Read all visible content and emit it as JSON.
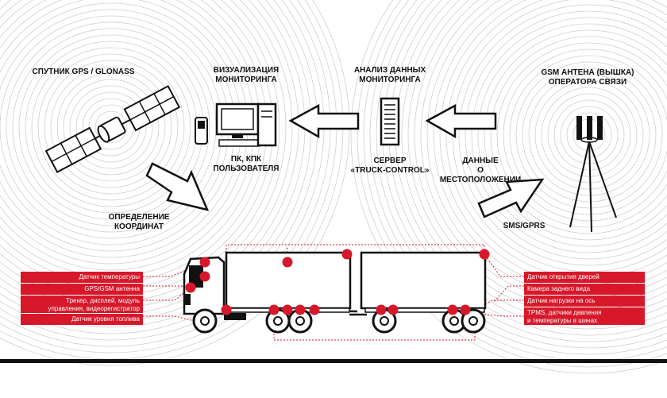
{
  "colors": {
    "accent": "#d7182a",
    "ink": "#111111",
    "rings": "#cfcfcf"
  },
  "icons": {
    "satellite": "satellite-icon",
    "pc": "pc-workstation-icon",
    "server": "server-icon",
    "antenna": "gsm-tower-icon",
    "truck": "truck-trailer-icon"
  },
  "labels": {
    "satellite": "СПУТНИК GPS / GLONASS",
    "visualization": "ВИЗУАЛИЗАЦИЯ\nМОНИТОРИНГА",
    "analysis": "АНАЛИЗ ДАННЫХ\nМОНИТОРИНГА",
    "antenna": "GSM АНТЕНА (ВЫШКА)\nОПЕРАТОРА СВЯЗИ",
    "pc": "ПК, КПК\nПОЛЬЗОВАТЕЛЯ",
    "server": "СЕРВЕР\n«TRUCK-CONTROL»",
    "location": "ДАННЫЕ\nО МЕСТОПОЛОЖЕНИИ",
    "coordinates": "ОПРЕДЕЛЕНИЕ\nКООРДИНАТ",
    "sms": "SMS/GPRS"
  },
  "sensors_left": [
    "Датчик температуры",
    "GPS/GSM антенна",
    "Трекер, дисплей, модуль\nуправления, видеорегистратор",
    "Датчик уровня топлива"
  ],
  "sensors_right": [
    "Датчик открытия дверей",
    "Камера заднего вида",
    "Датчик нагрузки на ось",
    "TPMS, датчики давления\nи температуры в шинах"
  ]
}
